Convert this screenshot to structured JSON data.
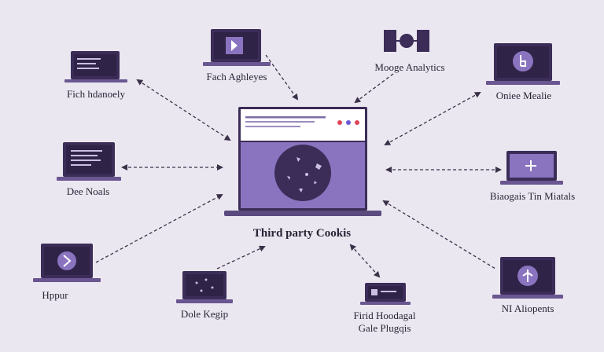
{
  "colors": {
    "background": "#ebe7f1",
    "device_dark": "#3b2d57",
    "device_base": "#6a5690",
    "accent": "#8a74c0",
    "arrow": "#3a3148",
    "browser_red": "#e0455a",
    "browser_blue": "#6a5ad8"
  },
  "center": {
    "title": "Third party Cookis",
    "icon": "cookie-icon"
  },
  "nodes": {
    "top_left": "Fich hdanoely",
    "top_center_left": "Fach Aghleyes",
    "top_center_right": "Mooge Analytics",
    "top_right": "Oniee Mealie",
    "mid_left": "Dee Noals",
    "mid_right": "Biaogais Tin Miatals",
    "bottom_left": "Hppur",
    "bottom_center_left": "Dole Kegip",
    "bottom_center_right_1": "Firid Hoodagal",
    "bottom_center_right_2": "Gale Plugqis",
    "bottom_right": "NI Aliopents"
  }
}
